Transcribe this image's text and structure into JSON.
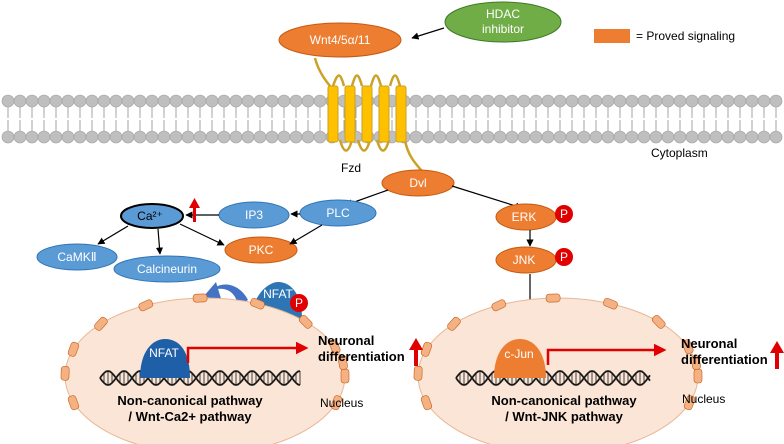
{
  "legend": {
    "label": "= Proved signaling"
  },
  "nodes": {
    "hdac": "HDAC\ninhibitor",
    "wnt": "Wnt4/5α/11",
    "fzd": "Fzd",
    "dvl": "Dvl",
    "plc": "PLC",
    "ip3": "IP3",
    "ca": "Ca²⁺",
    "pkc": "PKC",
    "camk": "CaMKⅡ",
    "calcineurin": "Calcineurin",
    "nfat_free": "NFAT",
    "nfat_dna": "NFAT",
    "erk": "ERK",
    "jnk": "JNK",
    "cjun": "c-Jun",
    "phospho": "P"
  },
  "labels": {
    "cytoplasm": "Cytoplasm",
    "nucleus_left": "Nucleus",
    "nucleus_right": "Nucleus",
    "neuronal_left": "Neuronal\ndifferentiation",
    "neuronal_right": "Neuronal\ndifferentiation",
    "pathway_left": "Non-canonical pathway\n/ Wnt-Ca2+ pathway",
    "pathway_right": "Non-canonical pathway\n/ Wnt-JNK pathway"
  },
  "colors": {
    "orange": "#ED7D31",
    "blue": "#5B9BD5",
    "dark_blue": "#1F5FA8",
    "green": "#70AD47",
    "red": "#E00000",
    "receptor": "#FFC000",
    "membrane": "#BFBFBF",
    "nucleus_fill": "#FBE5D6",
    "nucleus_bump": "#F4B183"
  }
}
